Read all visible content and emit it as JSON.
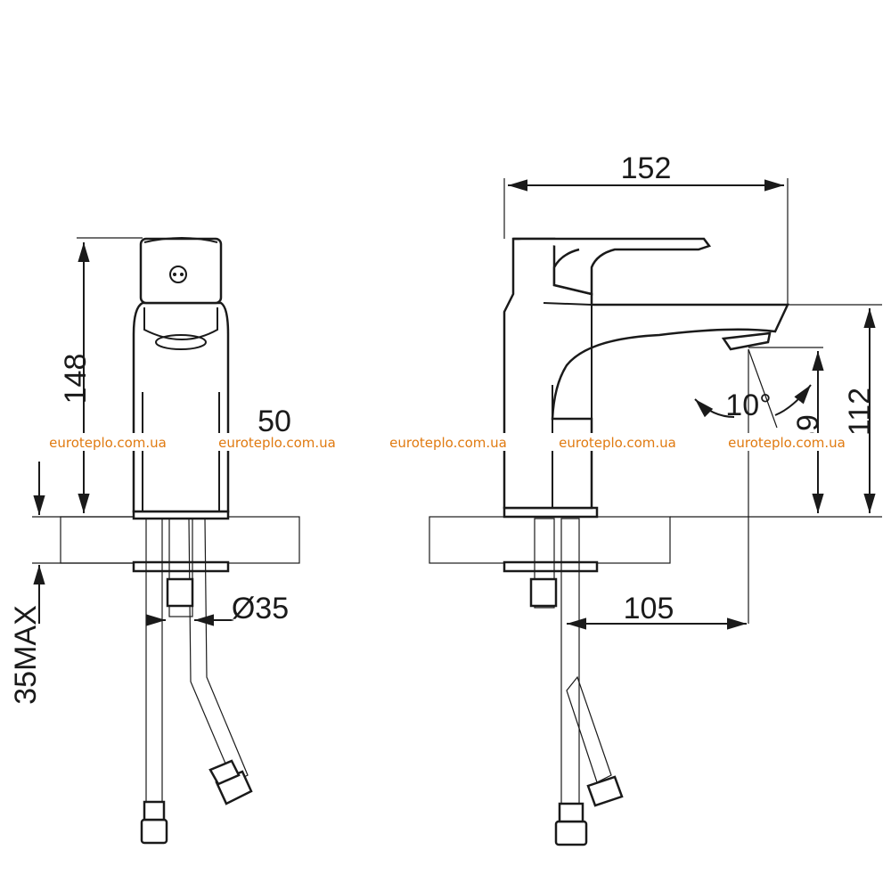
{
  "dimensions": {
    "front_height": "148",
    "front_width": "50",
    "hole_diameter": "Ø35",
    "max_thickness": "35MAX",
    "side_length": "152",
    "spout_angle": "10°",
    "spout_clearance": "89",
    "spout_height": "112",
    "spout_reach": "105"
  },
  "watermarks": [
    "euroteplo.com.ua",
    "euroteplo.com.ua",
    "euroteplo.com.ua",
    "euroteplo.com.ua",
    "euroteplo.com.ua"
  ],
  "colors": {
    "line": "#1a1a1a",
    "watermark": "#e07a10",
    "background": "#ffffff"
  }
}
